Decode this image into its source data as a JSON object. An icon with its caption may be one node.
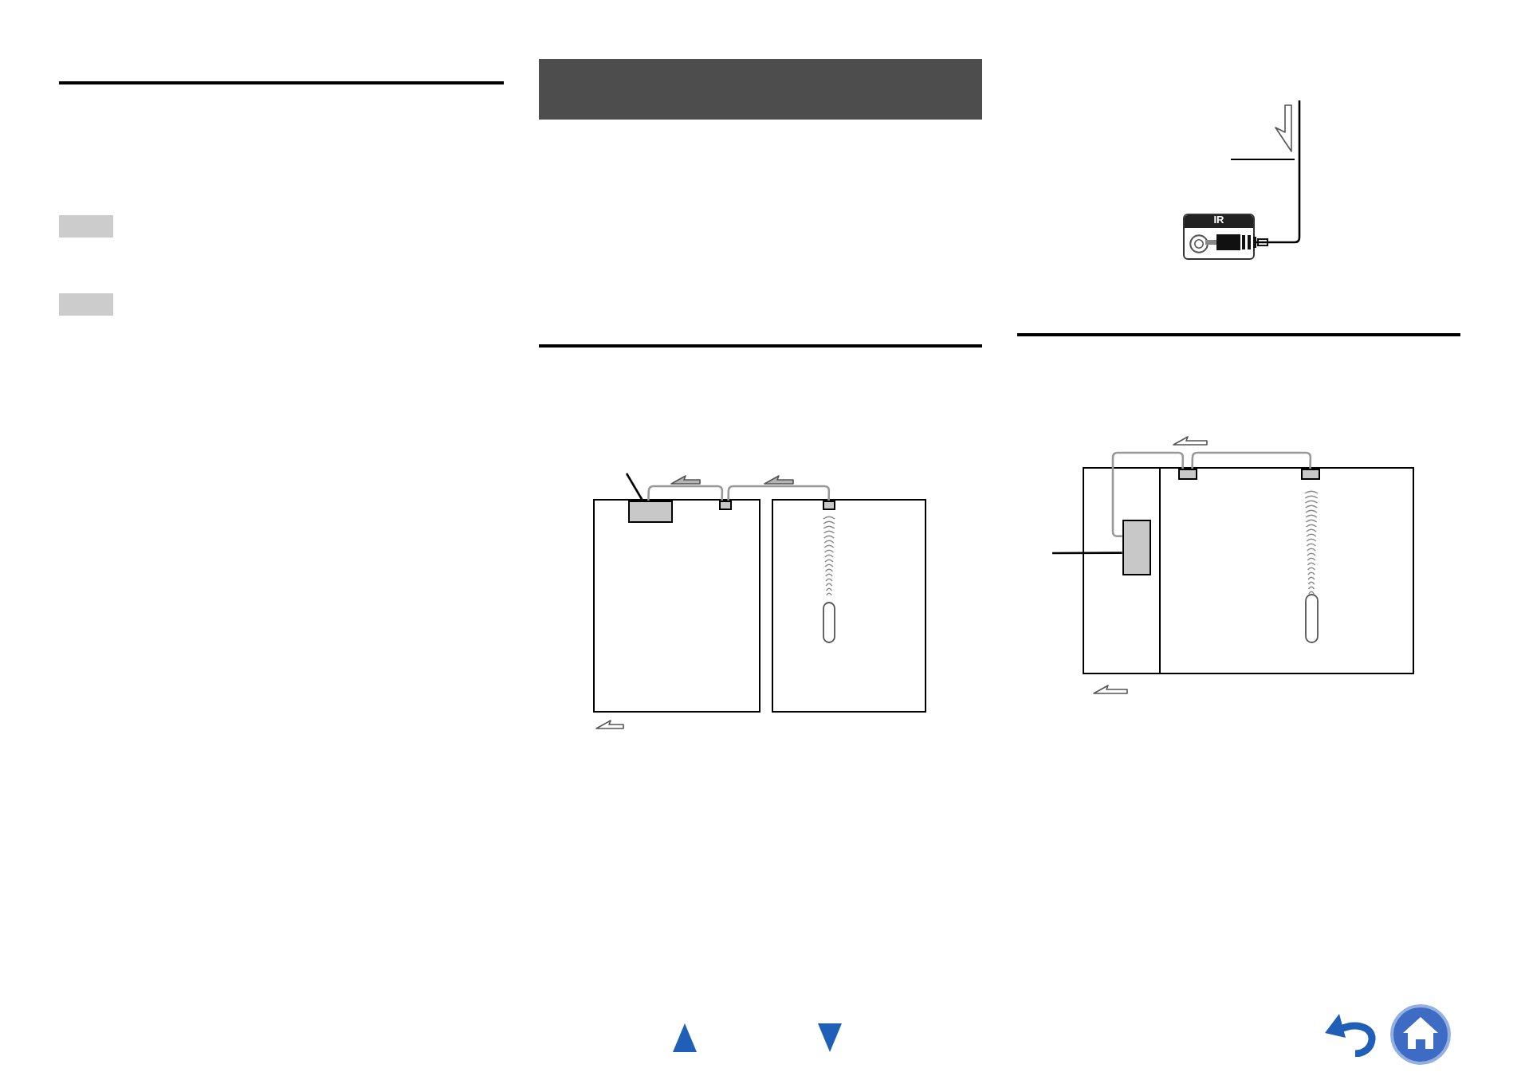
{
  "diagram": {
    "nodes": [
      {
        "text": [],
        "shape": "box"
      },
      {
        "text": [],
        "shape": "box"
      },
      {
        "text": [],
        "shape": "bar"
      },
      {
        "text": [],
        "shape": "box"
      },
      {
        "text": [],
        "shape": "box",
        "in": 3
      },
      {
        "text": [],
        "shape": "box",
        "in": 3
      },
      {
        "text": [],
        "shape": "box"
      },
      {
        "text": [],
        "shape": "box",
        "in": 6
      },
      {
        "text": [
          "IR"
        ]
      },
      {
        "text": [],
        "shape": "box"
      },
      {
        "text": [],
        "shape": "box",
        "in": 9
      },
      {
        "text": [],
        "shape": "box",
        "in": 9
      },
      {
        "text": [],
        "shape": "box",
        "in": 9
      }
    ],
    "edges": [
      {
        "from": null,
        "to": 4,
        "arrow": "none",
        "color": "#000000"
      },
      {
        "from": 4,
        "to": 5,
        "arrow": "none"
      },
      {
        "from": 5,
        "to": 7,
        "arrow": "none"
      },
      {
        "from": 8,
        "to": null,
        "arrow": "none",
        "color": "#000000"
      },
      {
        "from": null,
        "to": 10,
        "arrow": "none",
        "color": "#000000"
      },
      {
        "from": 10,
        "to": 11,
        "arrow": "none"
      },
      {
        "from": 11,
        "to": 12,
        "arrow": "none"
      }
    ]
  }
}
